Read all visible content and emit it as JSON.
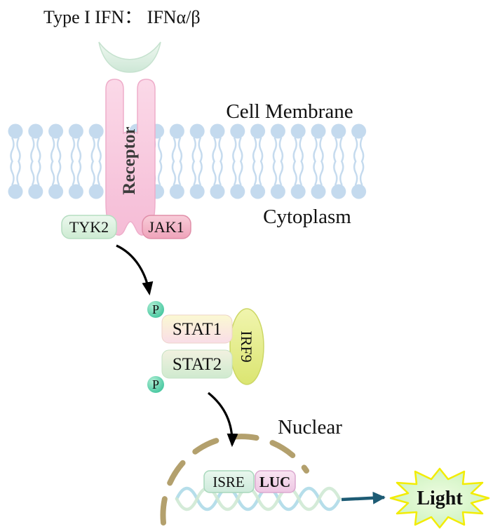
{
  "title": "Type I IFN：  IFNα/β",
  "labels": {
    "cell_membrane": "Cell Membrane",
    "cytoplasm": "Cytoplasm",
    "receptor": "Receptor",
    "tyk2": "TYK2",
    "jak1": "JAK1",
    "stat1": "STAT1",
    "stat2": "STAT2",
    "irf9": "IRF9",
    "phospho_top": "P",
    "phospho_bottom": "P",
    "nuclear": "Nuclear",
    "isre": "ISRE",
    "luc": "LUC",
    "light": "Light"
  },
  "colors": {
    "receptor_pink": "#f8cade",
    "ligand_green": "#dff0e4",
    "lipid_blue": "#c4daee",
    "tyk2_fill": "#d9f1de",
    "jak1_fill": "#f3b3c6",
    "phospho_teal": "#52cda8",
    "stat1_top": "#fbf9d2",
    "stat1_bottom": "#f9dde7",
    "stat2_top": "#eff5e3",
    "stat2_bottom": "#cfeacf",
    "irf9_fill": "#e3ec8c",
    "nuclear_membrane_tan": "#b3a06d",
    "dna_blue": "#aedae8",
    "dna_green": "#cfe9d4",
    "isre_fill": "#dbf2e6",
    "luc_fill": "#f2d7ec",
    "luc_text": "#c544c5",
    "arrow_black": "#000000",
    "arrow_teal": "#1d5b74",
    "burst_fill": "#d5f6ca",
    "burst_stroke": "#f2ec05",
    "light_text": "#1ea21e"
  }
}
